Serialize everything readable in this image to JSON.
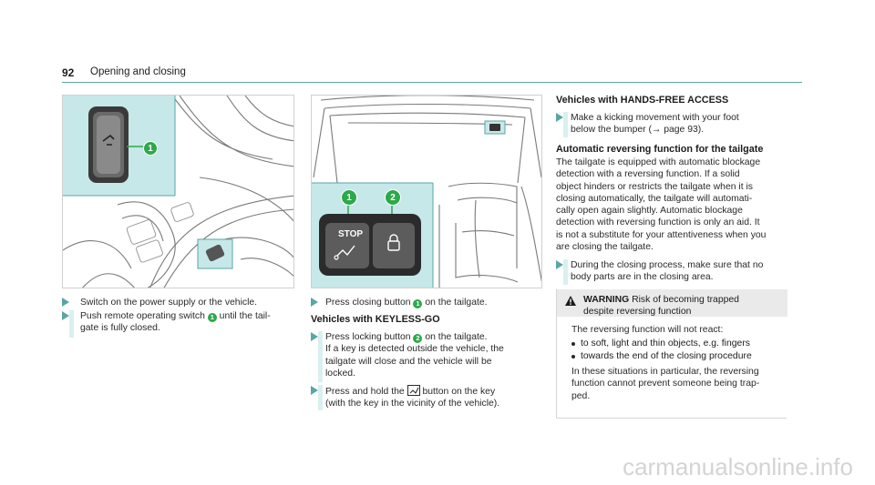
{
  "header": {
    "page_number": "92",
    "section": "Opening and closing"
  },
  "left_column": {
    "steps": [
      {
        "text": "Switch on the power supply or the vehicle."
      },
      {
        "text_before": "Push remote operating switch",
        "badge": "1",
        "text_after": "until the tail-",
        "line2": "gate is fully closed."
      }
    ],
    "figure_badge": "1"
  },
  "middle_column": {
    "figure": {
      "stop_label": "STOP",
      "badge1": "1",
      "badge2": "2"
    },
    "step1": {
      "text_before": "Press closing button",
      "badge": "1",
      "text_after": "on the tailgate."
    },
    "heading": "Vehicles with KEYLESS-GO",
    "step2": {
      "line1_before": "Press locking button",
      "badge": "2",
      "line1_after": "on the tailgate.",
      "line2": "If a key is detected outside the vehicle, the",
      "line3": "tailgate will close and the vehicle will be",
      "line4": "locked."
    },
    "step3": {
      "line1_before": "Press and hold the",
      "line1_after": "button on the key",
      "line2": "(with the key in the vicinity of the vehicle)."
    }
  },
  "right_column": {
    "heading1": "Vehicles with HANDS-FREE ACCESS",
    "step1": {
      "line1": "Make a kicking movement with your foot",
      "line2": "below the bumper (→ page 93)."
    },
    "heading2": "Automatic reversing function for the tailgate",
    "paragraph": [
      "The tailgate is equipped with automatic blockage",
      "detection with a reversing function. If a solid",
      "object hinders or restricts the tailgate when it is",
      "closing automatically, the tailgate will automati-",
      "cally open again slightly. Automatic blockage",
      "detection with reversing function is only an aid. It",
      "is not a substitute for your attentiveness when you",
      "are closing the tailgate."
    ],
    "step2": {
      "line1": "During the closing process, make sure that no",
      "line2": "body parts are in the closing area."
    },
    "warning": {
      "label": "WARNING",
      "title_rest": "Risk of becoming trapped",
      "title_line2": "despite reversing function",
      "intro": "The reversing function will not react:",
      "bullets": [
        "to soft, light and thin objects, e.g. fingers",
        "towards the end of the closing procedure"
      ],
      "outro": [
        "In these situations in particular, the reversing",
        "function cannot prevent someone being trap-",
        "ped."
      ]
    }
  },
  "watermark": "carmanualsonline.info",
  "colors": {
    "accent": "#5aa6a6",
    "step_bar": "#daf0f0",
    "badge": "#2da84a",
    "callout_bg": "#c6e8e8"
  }
}
